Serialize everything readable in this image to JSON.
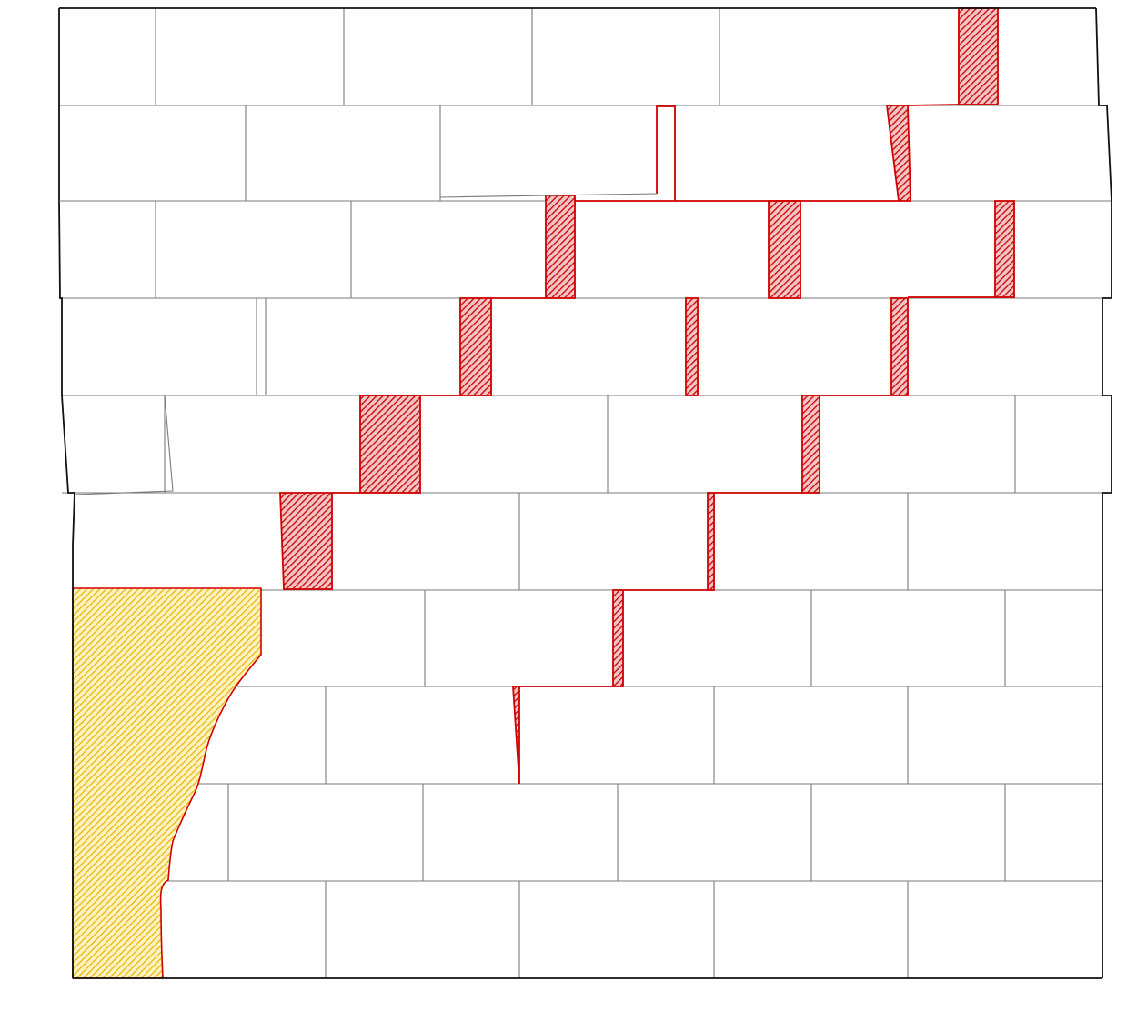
{
  "diagram": {
    "subject": "masonry-wall-elevation",
    "brick_rows": 10,
    "colors": {
      "background": "#ffffff",
      "mortar_joint": "#7a7a7a",
      "wall_outline": "#111111",
      "crack": "#d10000",
      "spalling": "#f2c200"
    },
    "hatch_patterns": {
      "crack": "diagonal-red",
      "spalling": "diagonal-yellow"
    }
  }
}
